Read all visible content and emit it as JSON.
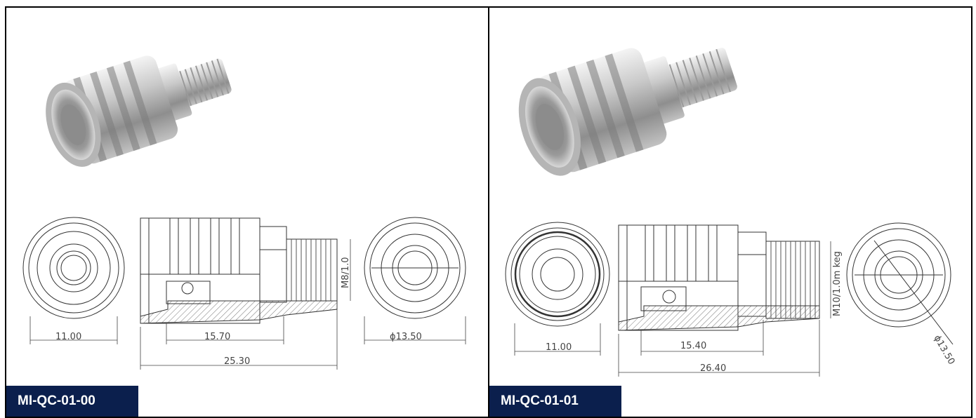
{
  "panels": [
    {
      "part_number": "MI-QC-01-00",
      "dimensions": {
        "front_width": "11.00",
        "inner_length": "15.70",
        "overall_length": "25.30",
        "thread": "M8/1.0",
        "diameter": "ϕ13.50"
      }
    },
    {
      "part_number": "MI-QC-01-01",
      "dimensions": {
        "front_width": "11.00",
        "inner_length": "15.40",
        "overall_length": "26.40",
        "thread": "M10/1.0m keg",
        "diameter": "ϕ13.50"
      }
    }
  ],
  "colors": {
    "badge_bg": "#0b1f4d",
    "badge_text": "#ffffff",
    "line": "#333333"
  }
}
